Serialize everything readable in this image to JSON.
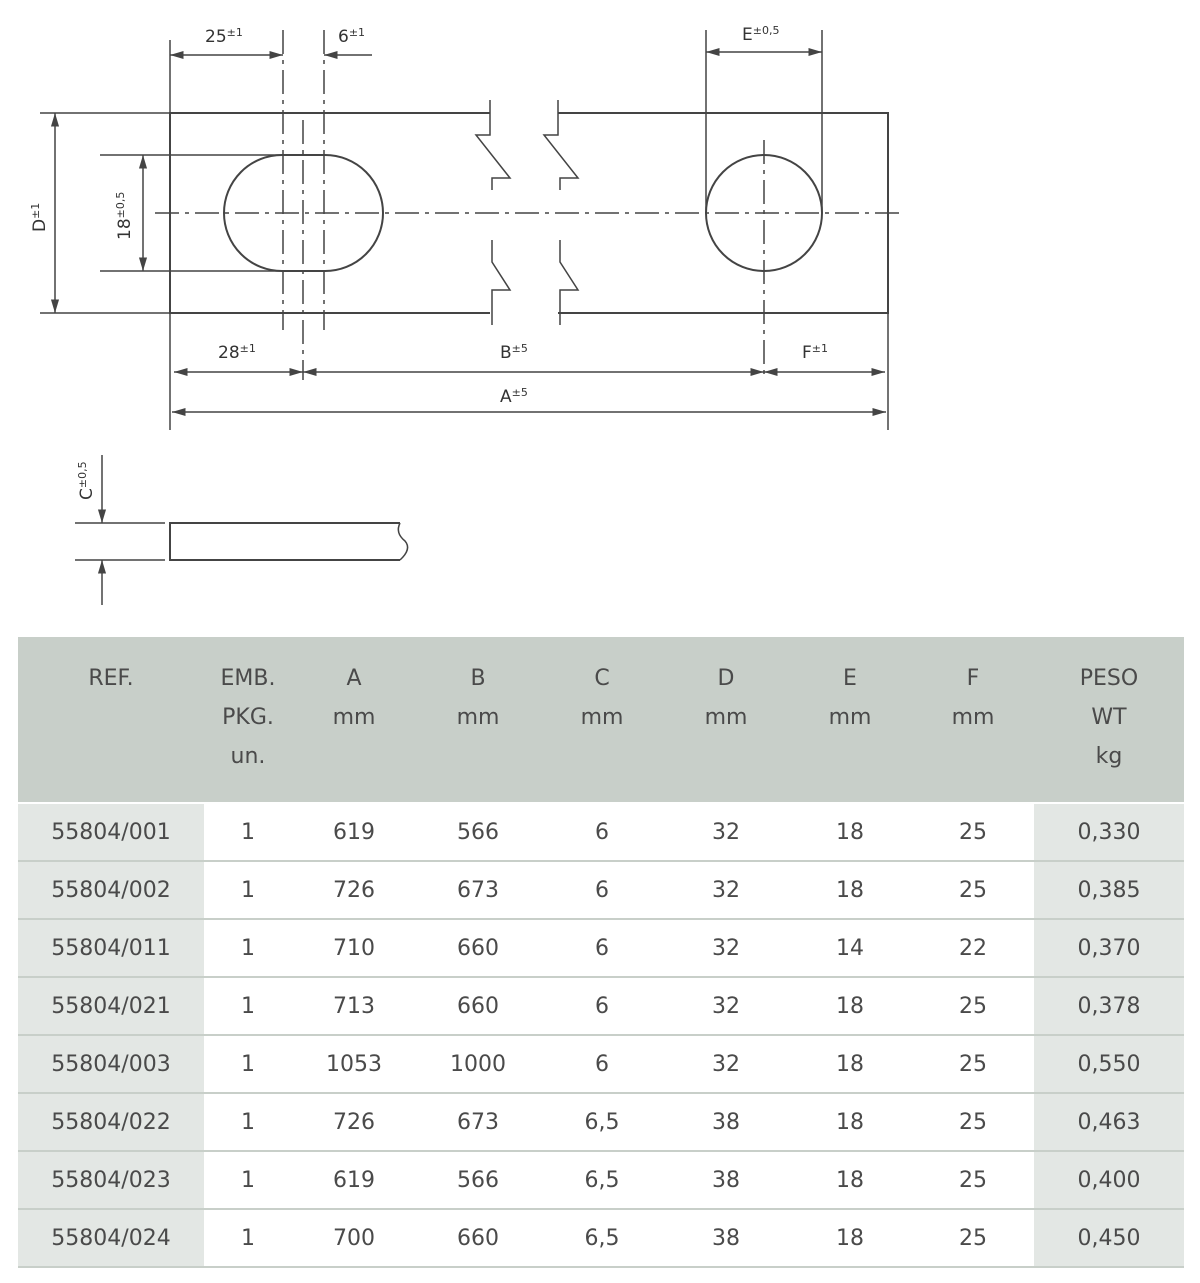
{
  "drawing": {
    "dimensions": {
      "slot_offset": {
        "name": "25",
        "tol": "±1"
      },
      "slot_width": {
        "name": "6",
        "tol": "±1"
      },
      "E": {
        "name": "E",
        "tol": "±0,5"
      },
      "D": {
        "name": "D",
        "tol": "±1"
      },
      "slot_height": {
        "name": "18",
        "tol": "±0,5"
      },
      "slot_center": {
        "name": "28",
        "tol": "±1"
      },
      "B": {
        "name": "B",
        "tol": "±5"
      },
      "F": {
        "name": "F",
        "tol": "±1"
      },
      "A": {
        "name": "A",
        "tol": "±5"
      },
      "C": {
        "name": "C",
        "tol": "±0,5"
      }
    }
  },
  "table": {
    "headers": [
      [
        "REF."
      ],
      [
        "EMB.",
        "PKG.",
        "un."
      ],
      [
        "A",
        "mm"
      ],
      [
        "B",
        "mm"
      ],
      [
        "C",
        "mm"
      ],
      [
        "D",
        "mm"
      ],
      [
        "E",
        "mm"
      ],
      [
        "F",
        "mm"
      ],
      [
        "PESO",
        "WT",
        "kg"
      ]
    ],
    "rows": [
      [
        "55804/001",
        "1",
        "619",
        "566",
        "6",
        "32",
        "18",
        "25",
        "0,330"
      ],
      [
        "55804/002",
        "1",
        "726",
        "673",
        "6",
        "32",
        "18",
        "25",
        "0,385"
      ],
      [
        "55804/011",
        "1",
        "710",
        "660",
        "6",
        "32",
        "14",
        "22",
        "0,370"
      ],
      [
        "55804/021",
        "1",
        "713",
        "660",
        "6",
        "32",
        "18",
        "25",
        "0,378"
      ],
      [
        "55804/003",
        "1",
        "1053",
        "1000",
        "6",
        "32",
        "18",
        "25",
        "0,550"
      ],
      [
        "55804/022",
        "1",
        "726",
        "673",
        "6,5",
        "38",
        "18",
        "25",
        "0,463"
      ],
      [
        "55804/023",
        "1",
        "619",
        "566",
        "6,5",
        "38",
        "18",
        "25",
        "0,400"
      ],
      [
        "55804/024",
        "1",
        "700",
        "660",
        "6,5",
        "38",
        "18",
        "25",
        "0,450"
      ]
    ]
  }
}
